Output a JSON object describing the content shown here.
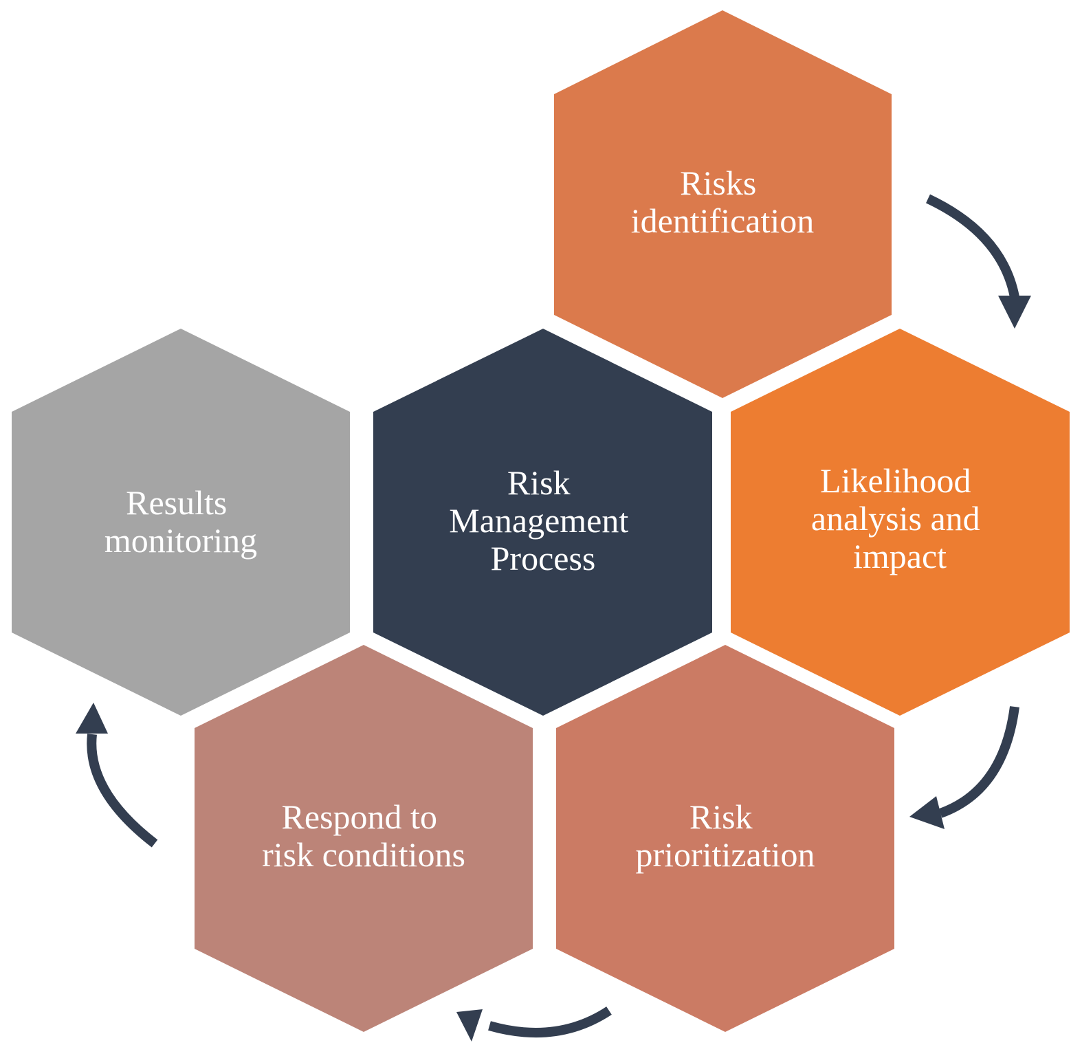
{
  "center": {
    "lines": [
      "Risk",
      "Management",
      "Process"
    ],
    "color": "#333E50"
  },
  "steps": [
    {
      "id": "risks-identification",
      "lines": [
        "Risks",
        "identification"
      ],
      "color": "#DB7A4C"
    },
    {
      "id": "likelihood-analysis",
      "lines": [
        "Likelihood",
        "analysis and",
        "impact"
      ],
      "color": "#ED7D31"
    },
    {
      "id": "risk-prioritization",
      "lines": [
        "Risk",
        "prioritization"
      ],
      "color": "#CB7B64"
    },
    {
      "id": "respond-risk-conditions",
      "lines": [
        "Respond to",
        "risk conditions"
      ],
      "color": "#BC8478"
    },
    {
      "id": "results-monitoring",
      "lines": [
        "Results",
        "monitoring"
      ],
      "color": "#A5A5A5"
    }
  ],
  "arrow_color": "#333E50",
  "text_color": "#FFFFFF"
}
